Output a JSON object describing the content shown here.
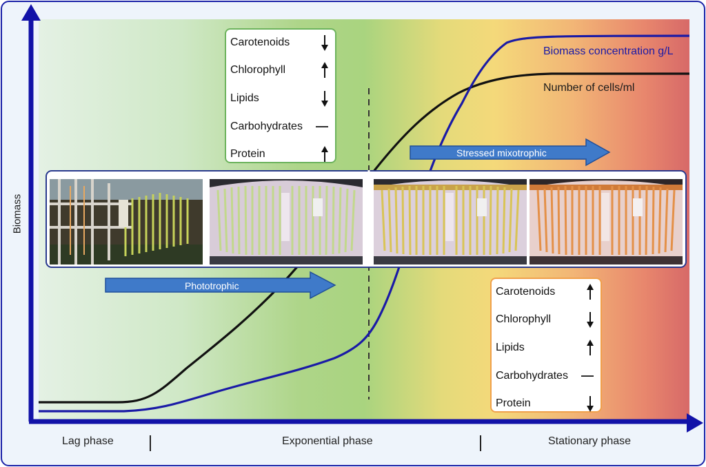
{
  "axes": {
    "y_label": "Biomass"
  },
  "curves": {
    "biomass_label": "Biomass concentration g/L",
    "cells_label": "Number of cells/ml",
    "colors": {
      "biomass": "#1a1aa6",
      "cells": "#111111"
    }
  },
  "phases": [
    "Lag phase",
    "Exponential phase",
    "Stationary phase"
  ],
  "arrows": {
    "phototrophic": "Phototrophic",
    "stressed": "Stressed mixotrophic",
    "color": "#3f7ac9"
  },
  "panel_top": {
    "border_color": "#6cb35c",
    "items": [
      {
        "label": "Carotenoids",
        "trend": "down-arrow-icon"
      },
      {
        "label": "Chlorophyll",
        "trend": "up-arrow-icon"
      },
      {
        "label": "Lipids",
        "trend": "down-arrow-icon"
      },
      {
        "label": "Carbohydrates",
        "trend": "dash-icon"
      },
      {
        "label": "Protein",
        "trend": "up-arrow-icon"
      }
    ]
  },
  "panel_bottom": {
    "border_color": "#f0a04a",
    "items": [
      {
        "label": "Carotenoids",
        "trend": "up-arrow-icon"
      },
      {
        "label": "Chlorophyll",
        "trend": "down-arrow-icon"
      },
      {
        "label": "Lipids",
        "trend": "up-arrow-icon"
      },
      {
        "label": "Carbohydrates",
        "trend": "dash-icon"
      },
      {
        "label": "Protein",
        "trend": "down-arrow-icon"
      }
    ]
  },
  "photos": [
    {
      "name": "photobioreactor-photo-greenhouse"
    },
    {
      "name": "photobioreactor-photo-green"
    },
    {
      "name": "photobioreactor-photo-yellow"
    },
    {
      "name": "photobioreactor-photo-orange"
    }
  ]
}
